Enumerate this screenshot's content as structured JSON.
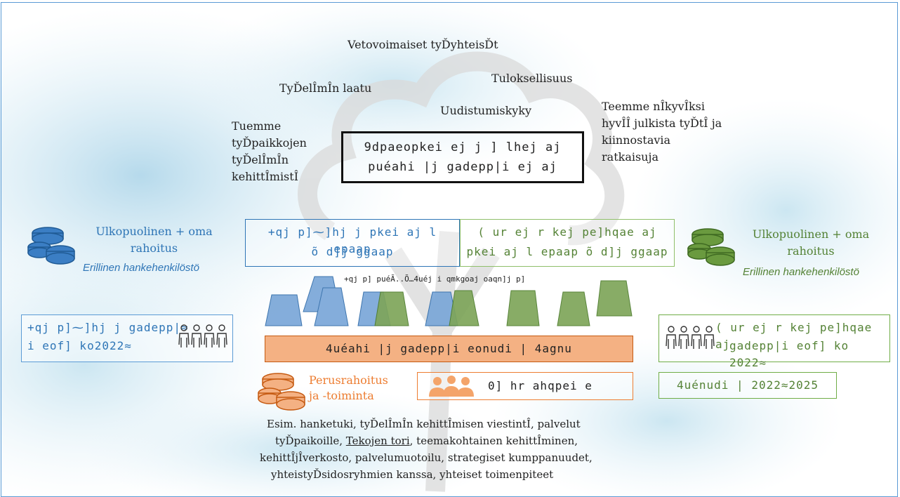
{
  "heading": {
    "top": "Vetovoimaiset tyĎyhteisĎt",
    "quality": "TyĎelÎmÎn laatu",
    "results": "Tuloksellisuus",
    "renewal": "Uudistumiskyky",
    "left_goal": "Tuemme tyĎpaikkojen tyĎelÎmÎn kehittÎmistÎ",
    "right_goal": "Teemme nÎkyvÎksi hyvÎÎ julkista tyĎtÎ ja kiinnostavia ratkaisuja"
  },
  "center_box": {
    "line1": "9dpaeopkei ej j ] lhej aj",
    "line2": "puéahi |j gadepp|i ej aj"
  },
  "left_funding": {
    "title": "Ulkopuolinen + oma rahoitus",
    "subtitle": "Erillinen hankehenkilöstö"
  },
  "right_funding": {
    "title": "Ulkopuolinen + oma rahoitus",
    "subtitle": "Erillinen hankehenkilöstö"
  },
  "blue_header_box": {
    "line1": "+qj p]⁓]hj j pkei aj l epaap",
    "line2": "õ d]j ggaap"
  },
  "green_header_box": {
    "line1": "( ur ej r kej pe]hqae aj",
    "line2": "pkei aj l epaap õ d]j ggaap"
  },
  "small_note": "+qj p] puéÃ..Õ…4uéj i qmkgoaj oaqn]j p]",
  "left_lower_box": {
    "line1": "+qj p]⁓]hj j gadepp|≈",
    "line2": "i eof] ko2022≈"
  },
  "right_lower_box": {
    "line1": "( ur ej r kej pe]hqae aj",
    "line2": "gadepp|i eof] ko 2022≈"
  },
  "orange_bar": "4uéahi |j gadepp|i eonudi | 4agnu",
  "base_funding": {
    "title_line1": "Perusrahoitus",
    "title_line2": "ja -toiminta"
  },
  "staff_box": "0] hr ahqpei e",
  "period_box": "4uénudi | 2022≈2025",
  "bottom_text": {
    "line1": "Esim. hanketuki, tyĎelÎmÎn kehittÎmisen viestintÎ, palvelut",
    "line2a": "tyĎpaikoille, ",
    "line2_link": "Tekojen tori",
    "line2b": ", teemakohtainen kehittÎminen,",
    "line3": "kehittÎjÎverkosto, palvelumuotoilu, strategiset kumppanuudet,",
    "line4": "yhteistyĎsidosryhmien kanssa, yhteiset toimenpiteet"
  },
  "colors": {
    "blue": "#2e75b6",
    "blue_fill": "#7aa7d8",
    "green": "#548235",
    "green_fill": "#7ea55a",
    "orange": "#ed7d31",
    "orange_fill": "#f4b183"
  },
  "icons": [
    "coins-icon",
    "people-group-icon",
    "group-of-three-icon"
  ]
}
